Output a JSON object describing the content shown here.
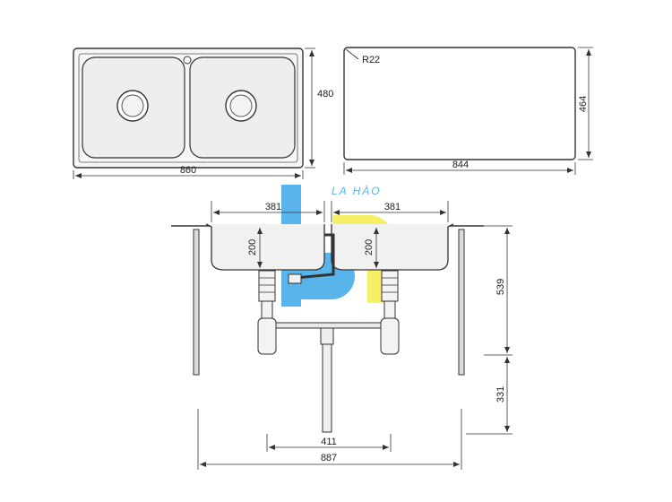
{
  "top_view": {
    "width_label": "860",
    "height_label": "480"
  },
  "cutout_view": {
    "radius_label": "R22",
    "width_label": "844",
    "height_label": "464"
  },
  "side_view": {
    "left_basin_label": "381",
    "right_basin_label": "381",
    "left_depth_label": "200",
    "right_depth_label": "200",
    "upper_height_label": "539",
    "lower_height_label": "331",
    "drain_spacing_label": "411",
    "overall_width_label": "887"
  },
  "watermark": {
    "text": "LA HÀO"
  },
  "colors": {
    "line": "#333333",
    "steel_fill": "#f1f1f1",
    "watermark_blue": "#3ba7e8",
    "watermark_yellow": "#f2e600"
  }
}
